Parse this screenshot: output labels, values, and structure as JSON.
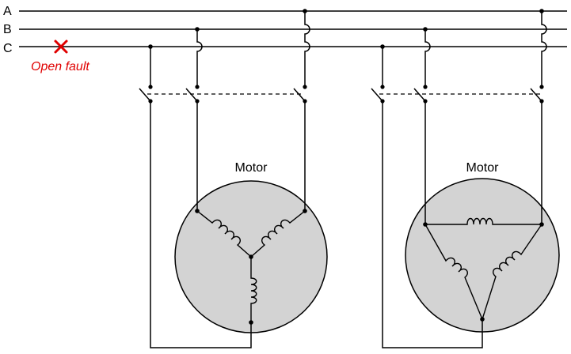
{
  "lines": {
    "a": "A",
    "b": "B",
    "c": "C"
  },
  "fault": {
    "label": "Open fault",
    "color": "#e00000"
  },
  "motors": [
    {
      "label": "Motor",
      "winding": "wye"
    },
    {
      "label": "Motor",
      "winding": "delta"
    }
  ],
  "colors": {
    "motor_fill": "#d3d3d3",
    "wire": "#000000"
  }
}
